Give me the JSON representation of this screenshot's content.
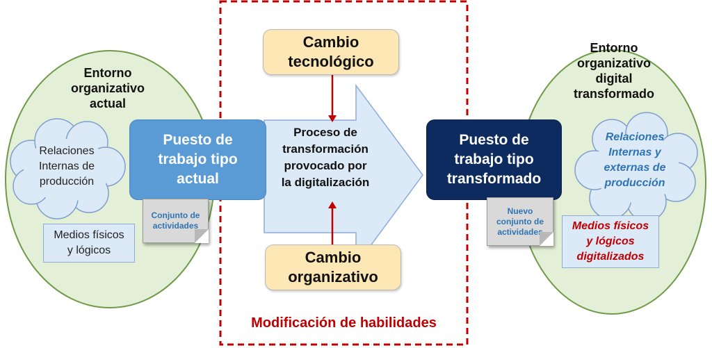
{
  "left": {
    "title": [
      "Entorno",
      "organizativo",
      "actual"
    ],
    "cloud_text": [
      "Relaciones",
      "Internas de",
      "producción"
    ],
    "means_text": [
      "Medios físicos",
      "y lógicos"
    ],
    "job_title": [
      "Puesto de",
      "trabajo tipo",
      "actual"
    ],
    "activities_note": [
      "Conjunto de",
      "actividades"
    ]
  },
  "center": {
    "top_box": [
      "Cambio",
      "tecnológico"
    ],
    "process_text": [
      "Proceso de",
      "transformación",
      "provocado por",
      "la digitalización"
    ],
    "bottom_box": [
      "Cambio",
      "organizativo"
    ],
    "footer_label": "Modificación de habilidades"
  },
  "right": {
    "title": [
      "Entorno",
      "organizativo",
      "digital",
      "transformado"
    ],
    "cloud_text": [
      "Relaciones",
      "Internas y",
      "externas de",
      "producción"
    ],
    "means_text": [
      "Medios físicos",
      "y lógicos",
      "digitalizados"
    ],
    "job_title": [
      "Puesto de",
      "trabajo tipo",
      "transformado"
    ],
    "activities_note": [
      "Nuevo",
      "conjunto de",
      "actividades"
    ]
  },
  "colors": {
    "ellipse_fill": "#e3efd6",
    "job_current": "#5b9bd5",
    "job_transformed": "#0d2b5e",
    "dashed_border": "#c00000",
    "accent_blue": "#2e74b5",
    "accent_red": "#c00000"
  }
}
